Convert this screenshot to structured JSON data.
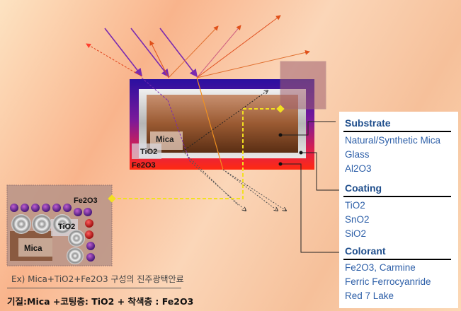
{
  "legend": {
    "substrate": {
      "heading": "Substrate",
      "items": [
        "Natural/Synthetic Mica",
        "Glass",
        "Al2O3"
      ]
    },
    "coating": {
      "heading": "Coating",
      "items": [
        "TiO2",
        "SnO2",
        "SiO2"
      ]
    },
    "colorant": {
      "heading": "Colorant",
      "items": [
        "Fe2O3, Carmine",
        "Ferric Ferrocyanride",
        "Red 7 Lake"
      ]
    }
  },
  "main_labels": {
    "mica": "Mica",
    "tio2": "TiO2",
    "fe2o3": "Fe2O3"
  },
  "inset_labels": {
    "fe2o3": "Fe2O3",
    "tio2": "TiO2",
    "mica": "Mica"
  },
  "caption": "Ex) Mica+TiO2+Fe2O3 구성의 진주광택안료",
  "formula": "기질:Mica +코팅층: TiO2 + 착색층 : Fe2O3",
  "colors": {
    "colorant_layer_top": "#2a0fa0",
    "colorant_layer_bottom": "#ff1a1a",
    "coating_layer": "#d0d0d0",
    "substrate": "#a0603a",
    "incident_rays": "#7a2ab0",
    "reflected_rays": "#e0501a",
    "connector": "#f0e020"
  }
}
